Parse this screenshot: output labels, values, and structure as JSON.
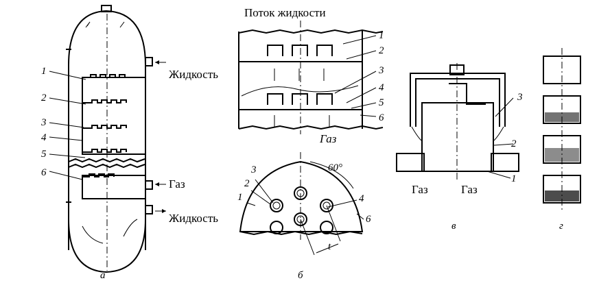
{
  "panels": {
    "a": {
      "caption": "а",
      "callouts": [
        "1",
        "2",
        "3",
        "4",
        "5",
        "6"
      ],
      "liquid_in": "Жидкость",
      "gas_in": "Газ",
      "liquid_out": "Жидкость"
    },
    "b": {
      "caption": "б",
      "title": "Поток жидкости",
      "callouts": [
        "1",
        "2",
        "3",
        "4",
        "5",
        "6"
      ],
      "gas": "Газ"
    },
    "b_plan": {
      "angle": "60°",
      "pitch": "t",
      "callouts": [
        "3",
        "2",
        "1",
        "4",
        "6"
      ]
    },
    "v": {
      "caption": "в",
      "callouts": [
        "3",
        "2",
        "1"
      ],
      "gas_left": "Газ",
      "gas_right": "Газ"
    },
    "g": {
      "caption": "г"
    }
  }
}
